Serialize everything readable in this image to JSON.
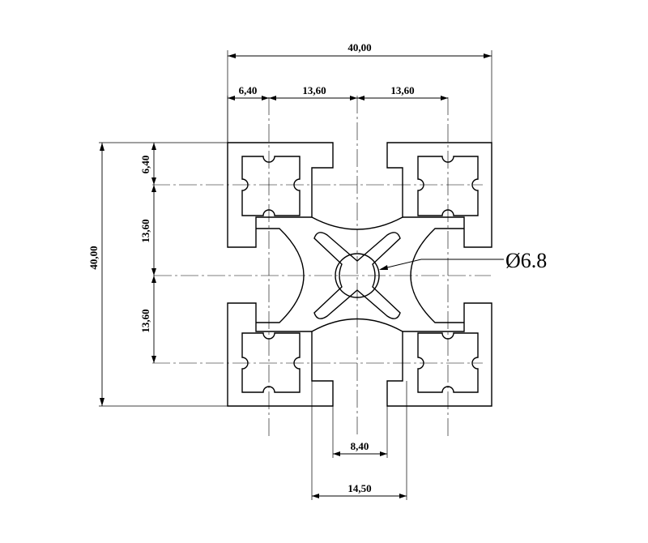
{
  "drawing": {
    "overall_width": "40,00",
    "overall_height": "40,00",
    "top_dims": [
      "6,40",
      "13,60",
      "13,60"
    ],
    "left_dims": [
      "6,40",
      "13,60",
      "13,60"
    ],
    "slot_width": "8,40",
    "slot_opening": "14,50",
    "bore_diameter": "Ø6.8"
  }
}
